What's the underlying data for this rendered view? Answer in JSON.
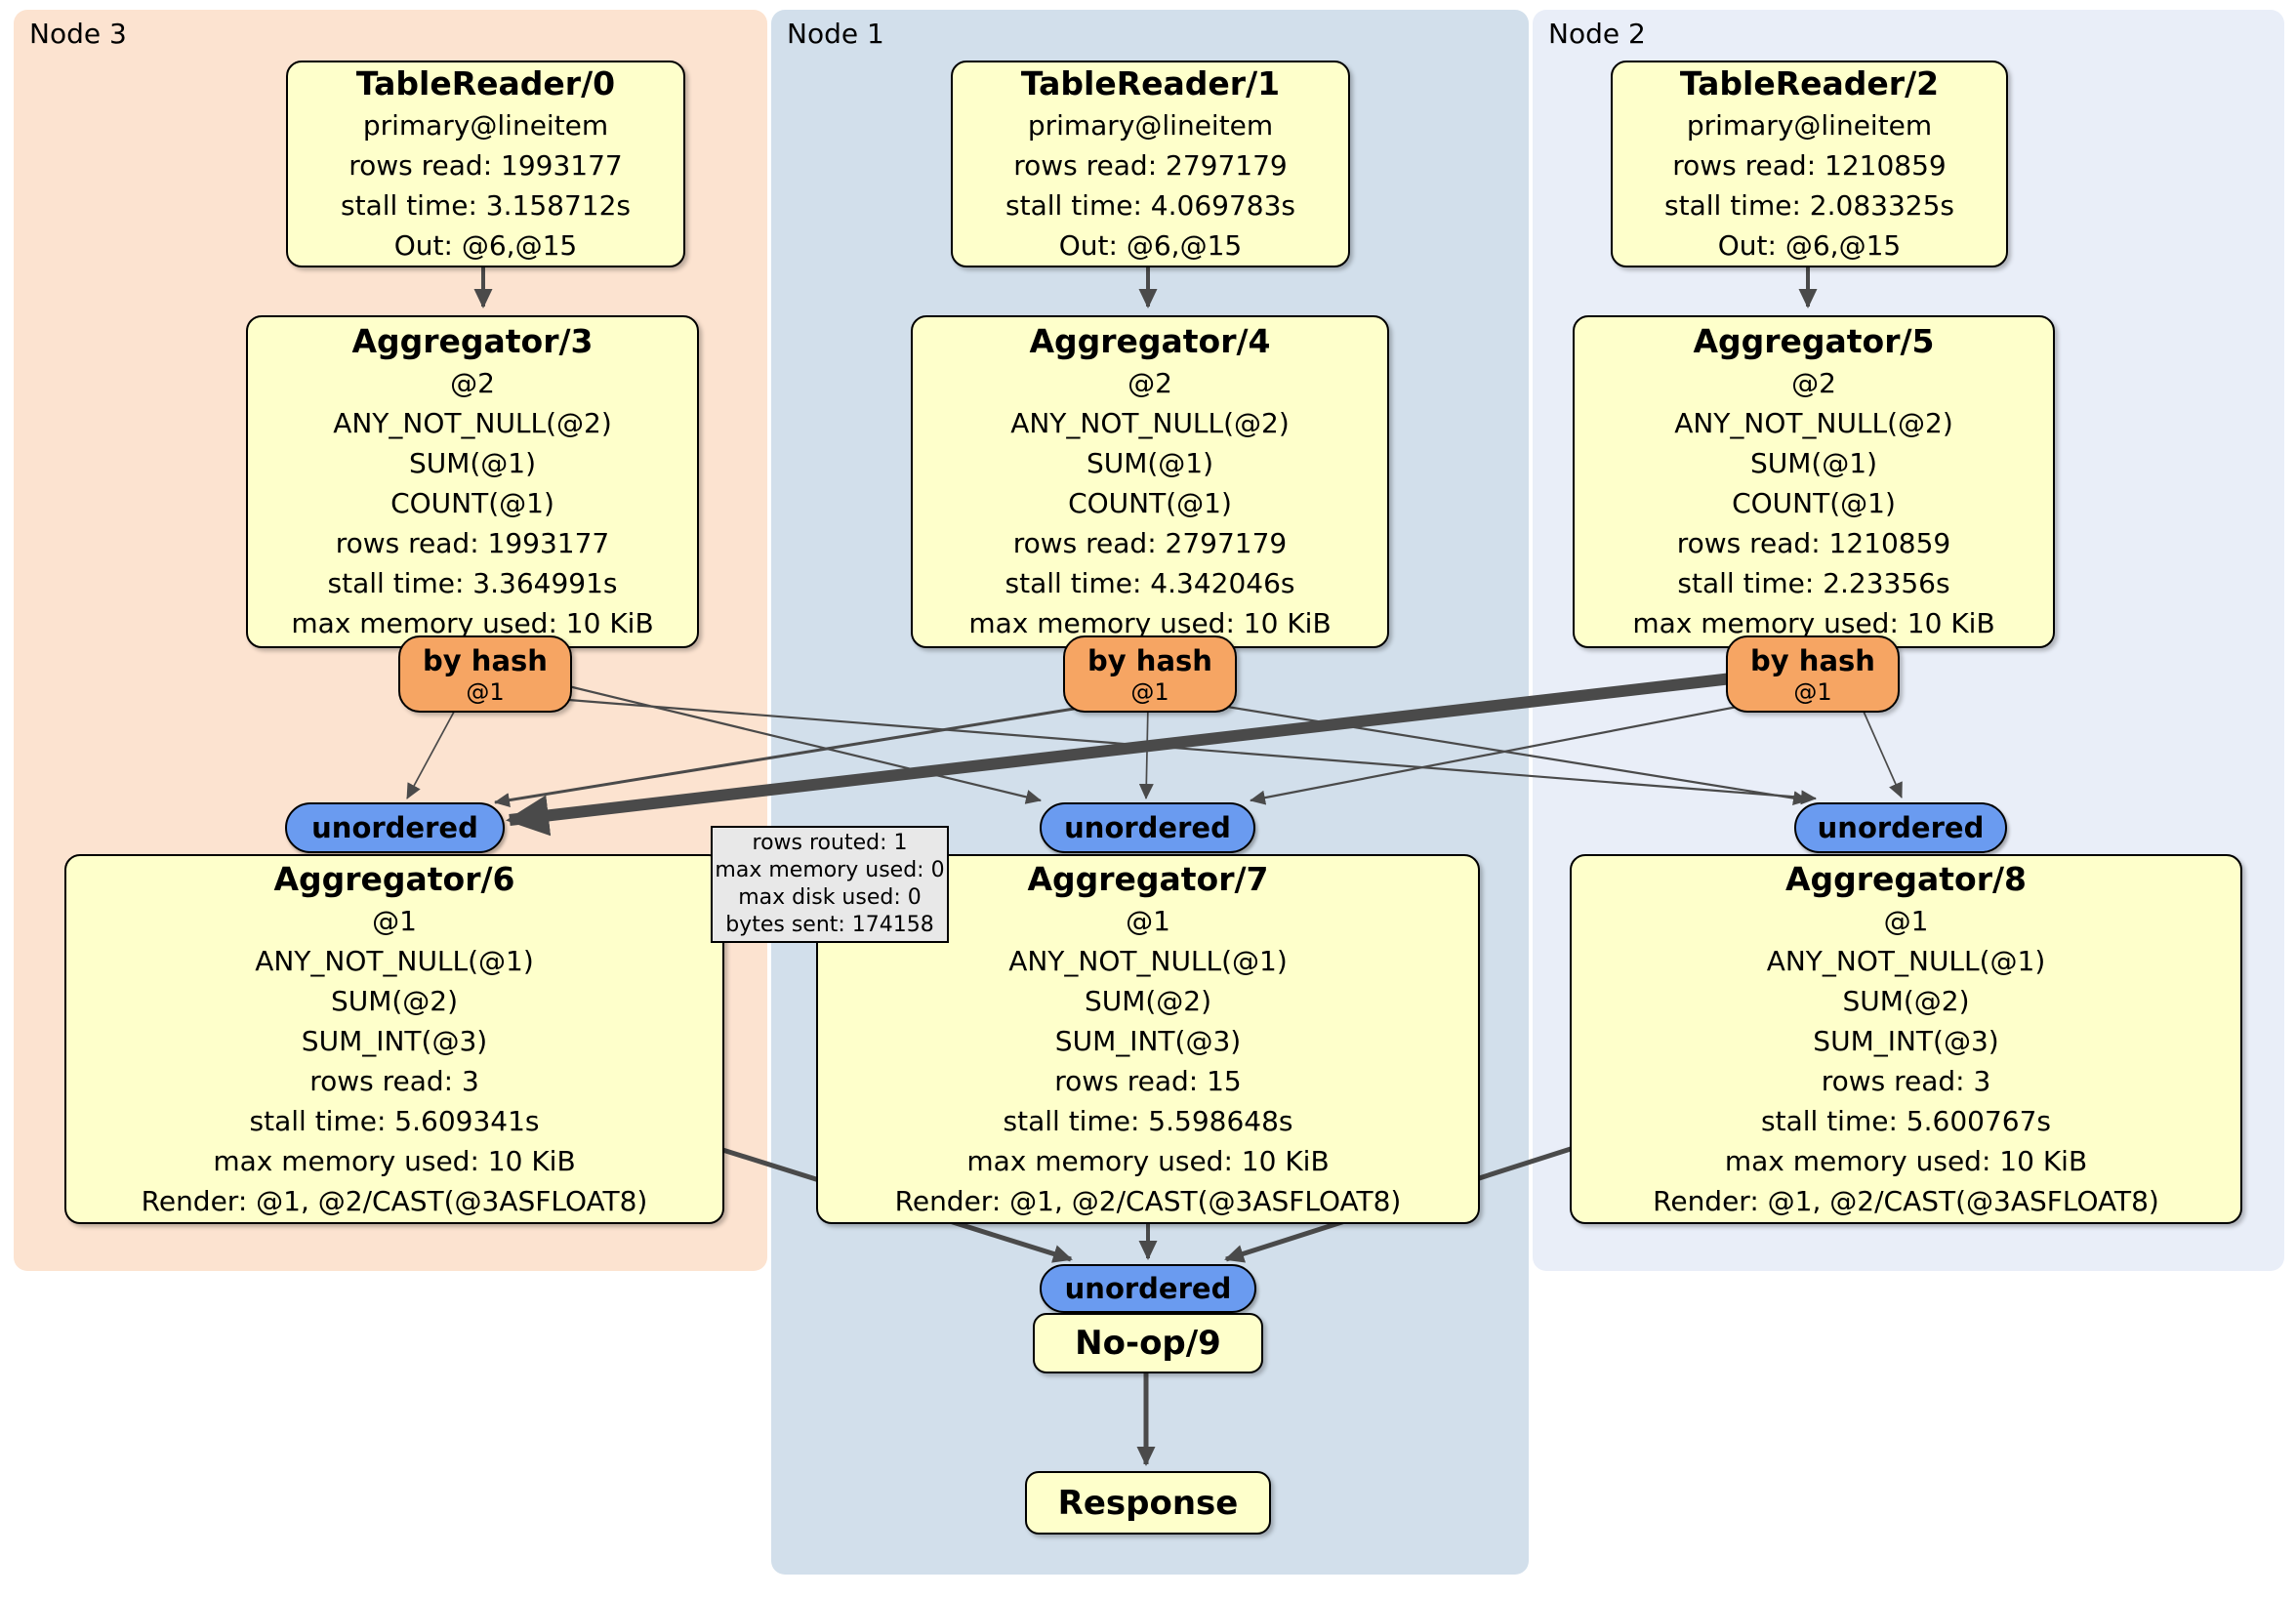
{
  "panels": {
    "node3": "Node 3",
    "node1": "Node 1",
    "node2": "Node 2"
  },
  "nodes": {
    "tr0": {
      "title": "TableReader/0",
      "lines": [
        "primary@lineitem",
        "rows read: 1993177",
        "stall time: 3.158712s",
        "Out: @6,@15"
      ]
    },
    "tr1": {
      "title": "TableReader/1",
      "lines": [
        "primary@lineitem",
        "rows read: 2797179",
        "stall time: 4.069783s",
        "Out: @6,@15"
      ]
    },
    "tr2": {
      "title": "TableReader/2",
      "lines": [
        "primary@lineitem",
        "rows read: 1210859",
        "stall time: 2.083325s",
        "Out: @6,@15"
      ]
    },
    "agg3": {
      "title": "Aggregator/3",
      "lines": [
        "@2",
        "ANY_NOT_NULL(@2)",
        "SUM(@1)",
        "COUNT(@1)",
        "rows read: 1993177",
        "stall time: 3.364991s",
        "max memory used: 10 KiB"
      ]
    },
    "agg4": {
      "title": "Aggregator/4",
      "lines": [
        "@2",
        "ANY_NOT_NULL(@2)",
        "SUM(@1)",
        "COUNT(@1)",
        "rows read: 2797179",
        "stall time: 4.342046s",
        "max memory used: 10 KiB"
      ]
    },
    "agg5": {
      "title": "Aggregator/5",
      "lines": [
        "@2",
        "ANY_NOT_NULL(@2)",
        "SUM(@1)",
        "COUNT(@1)",
        "rows read: 1210859",
        "stall time: 2.23356s",
        "max memory used: 10 KiB"
      ]
    },
    "agg6": {
      "title": "Aggregator/6",
      "lines": [
        "@1",
        "ANY_NOT_NULL(@1)",
        "SUM(@2)",
        "SUM_INT(@3)",
        "rows read: 3",
        "stall time: 5.609341s",
        "max memory used: 10 KiB",
        "Render: @1, @2/CAST(@3ASFLOAT8)"
      ]
    },
    "agg7": {
      "title": "Aggregator/7",
      "lines": [
        "@1",
        "ANY_NOT_NULL(@1)",
        "SUM(@2)",
        "SUM_INT(@3)",
        "rows read: 15",
        "stall time: 5.598648s",
        "max memory used: 10 KiB",
        "Render: @1, @2/CAST(@3ASFLOAT8)"
      ]
    },
    "agg8": {
      "title": "Aggregator/8",
      "lines": [
        "@1",
        "ANY_NOT_NULL(@1)",
        "SUM(@2)",
        "SUM_INT(@3)",
        "rows read: 3",
        "stall time: 5.600767s",
        "max memory used: 10 KiB",
        "Render: @1, @2/CAST(@3ASFLOAT8)"
      ]
    },
    "noop": {
      "title": "No-op/9"
    },
    "response": {
      "title": "Response"
    }
  },
  "router": {
    "label": "by hash",
    "sub": "@1"
  },
  "sync": {
    "label": "unordered"
  },
  "edge_tooltip": {
    "lines": [
      "rows routed: 1",
      "max memory used: 0",
      "max disk used: 0",
      "bytes sent: 174158"
    ]
  },
  "colors": {
    "node3_bg": "#fce3d0",
    "node1_bg": "#d2dfeb",
    "node2_bg": "#e9eef8",
    "box_bg": "#feffcb",
    "router_bg": "#f6a563",
    "sync_bg": "#6a9bf0",
    "tooltip_bg": "#e8e8e8",
    "edge": "#4a4a4a"
  }
}
